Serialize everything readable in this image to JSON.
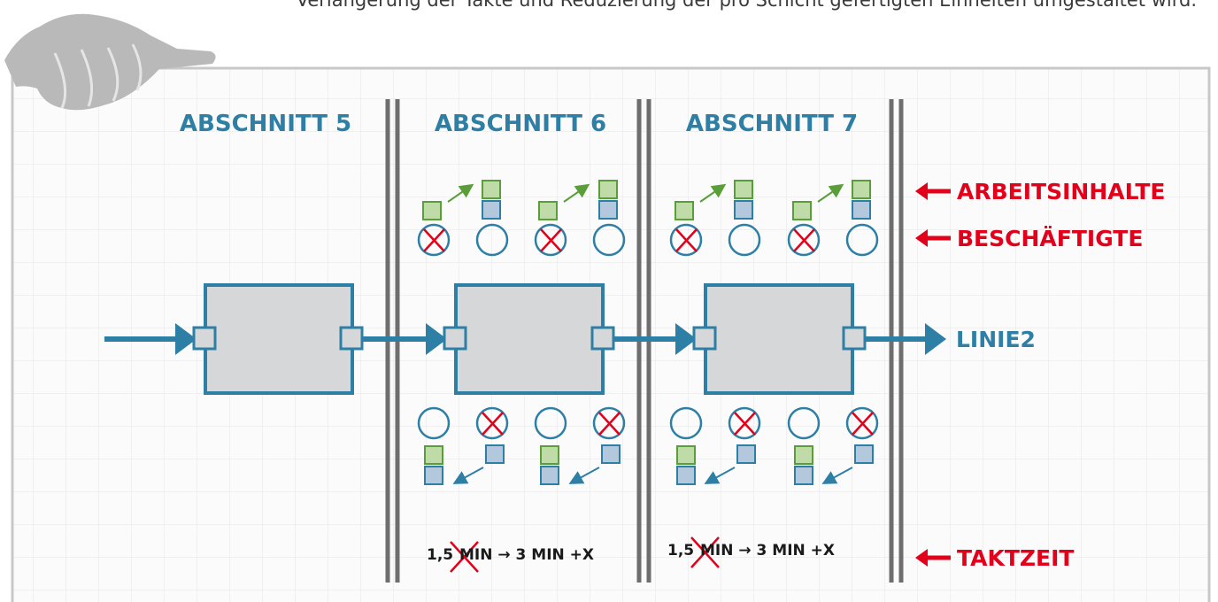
{
  "caption": "Verlängerung der Takte und Reduzierung der pro Schicht gefertigten Einheiten umgestaltet wird.",
  "sections": {
    "s5": "ABSCHNITT 5",
    "s6": "ABSCHNITT 6",
    "s7": "ABSCHNITT 7"
  },
  "labels": {
    "arbeitsinhalte": "ARBEITSINHALTE",
    "beschaeftigte": "BESCHÄFTIGTE",
    "taktzeit": "TAKTZEIT",
    "linie": "LINIE2"
  },
  "takt": {
    "old": "1,5",
    "new": "MIN → 3 MIN +X"
  },
  "colors": {
    "blue": "#2e7fa5",
    "red": "#e2001a",
    "green": "#5a9e3a",
    "gray_box": "#d5d7d9",
    "divider": "#6e6e6e"
  },
  "icons": [
    "hand-icon",
    "arrow-left-icon",
    "crossed-worker-icon",
    "worker-icon",
    "work-content-square-icon"
  ]
}
